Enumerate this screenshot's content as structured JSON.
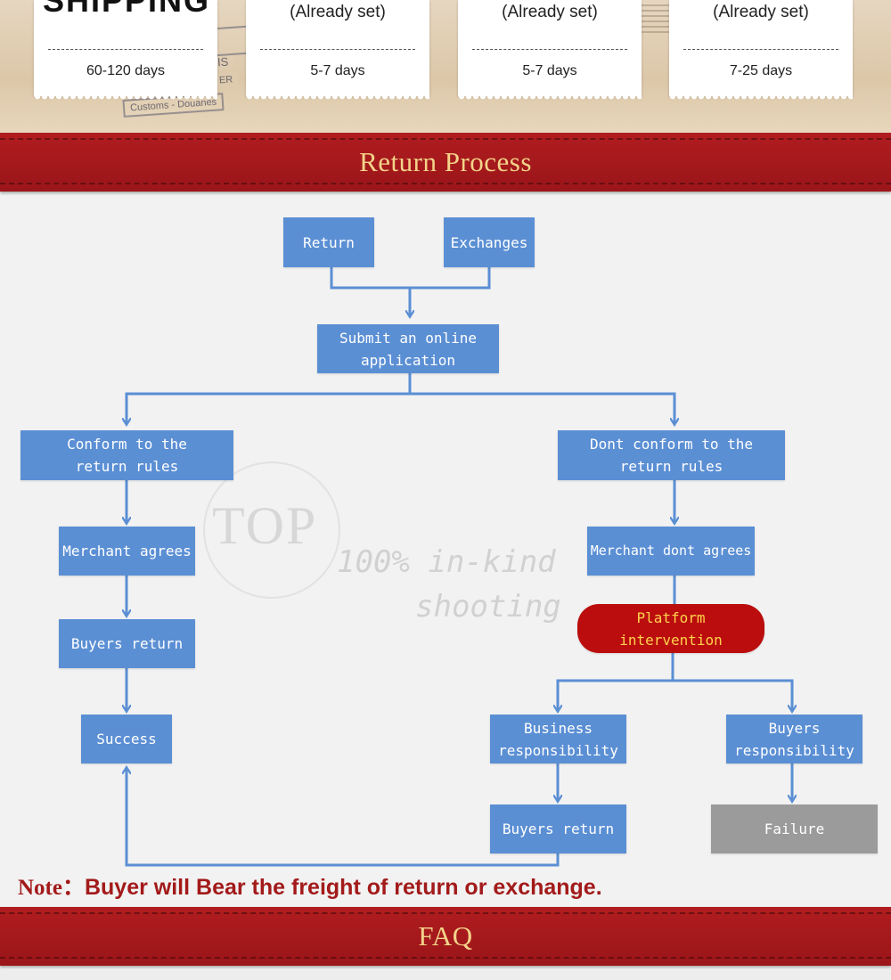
{
  "shipping": {
    "big_label": "SHIPPING",
    "cards": [
      {
        "status": "",
        "days": "60-120 days"
      },
      {
        "status": "(Already set)",
        "days": "5-7 days"
      },
      {
        "status": "(Already set)",
        "days": "5-7 days"
      },
      {
        "status": "(Already set)",
        "days": "7-25 days"
      }
    ],
    "stamps": [
      "IS",
      "ER",
      "Customs - Douanes"
    ]
  },
  "return_section": {
    "title": "Return Process"
  },
  "flow": {
    "return": "Return",
    "exchanges": "Exchanges",
    "submit": "Submit an online\napplication",
    "conform": "Conform to the\nreturn rules",
    "dont_conform": "Dont conform to the\nreturn rules",
    "merchant_agrees": "Merchant agrees",
    "merchant_dont": "Merchant dont agrees",
    "buyers_return_left": "Buyers return",
    "platform": "Platform\nintervention",
    "success": "Success",
    "business_resp": "Business\nresponsibility",
    "buyers_resp": "Buyers\nresponsibility",
    "buyers_return_right": "Buyers return",
    "failure": "Failure",
    "colors": {
      "box": "#5b8fd4",
      "arrow": "#5b8fd4",
      "platform_bg": "#bb0d0d",
      "platform_text": "#ffd34d",
      "failure": "#9b9b9b"
    }
  },
  "watermark": {
    "logo": "TOP",
    "line1": "100% in-kind",
    "line2": "shooting"
  },
  "note": {
    "label": "Note：",
    "text": "Buyer will Bear the freight of return or exchange."
  },
  "faq_section": {
    "title": "FAQ"
  }
}
